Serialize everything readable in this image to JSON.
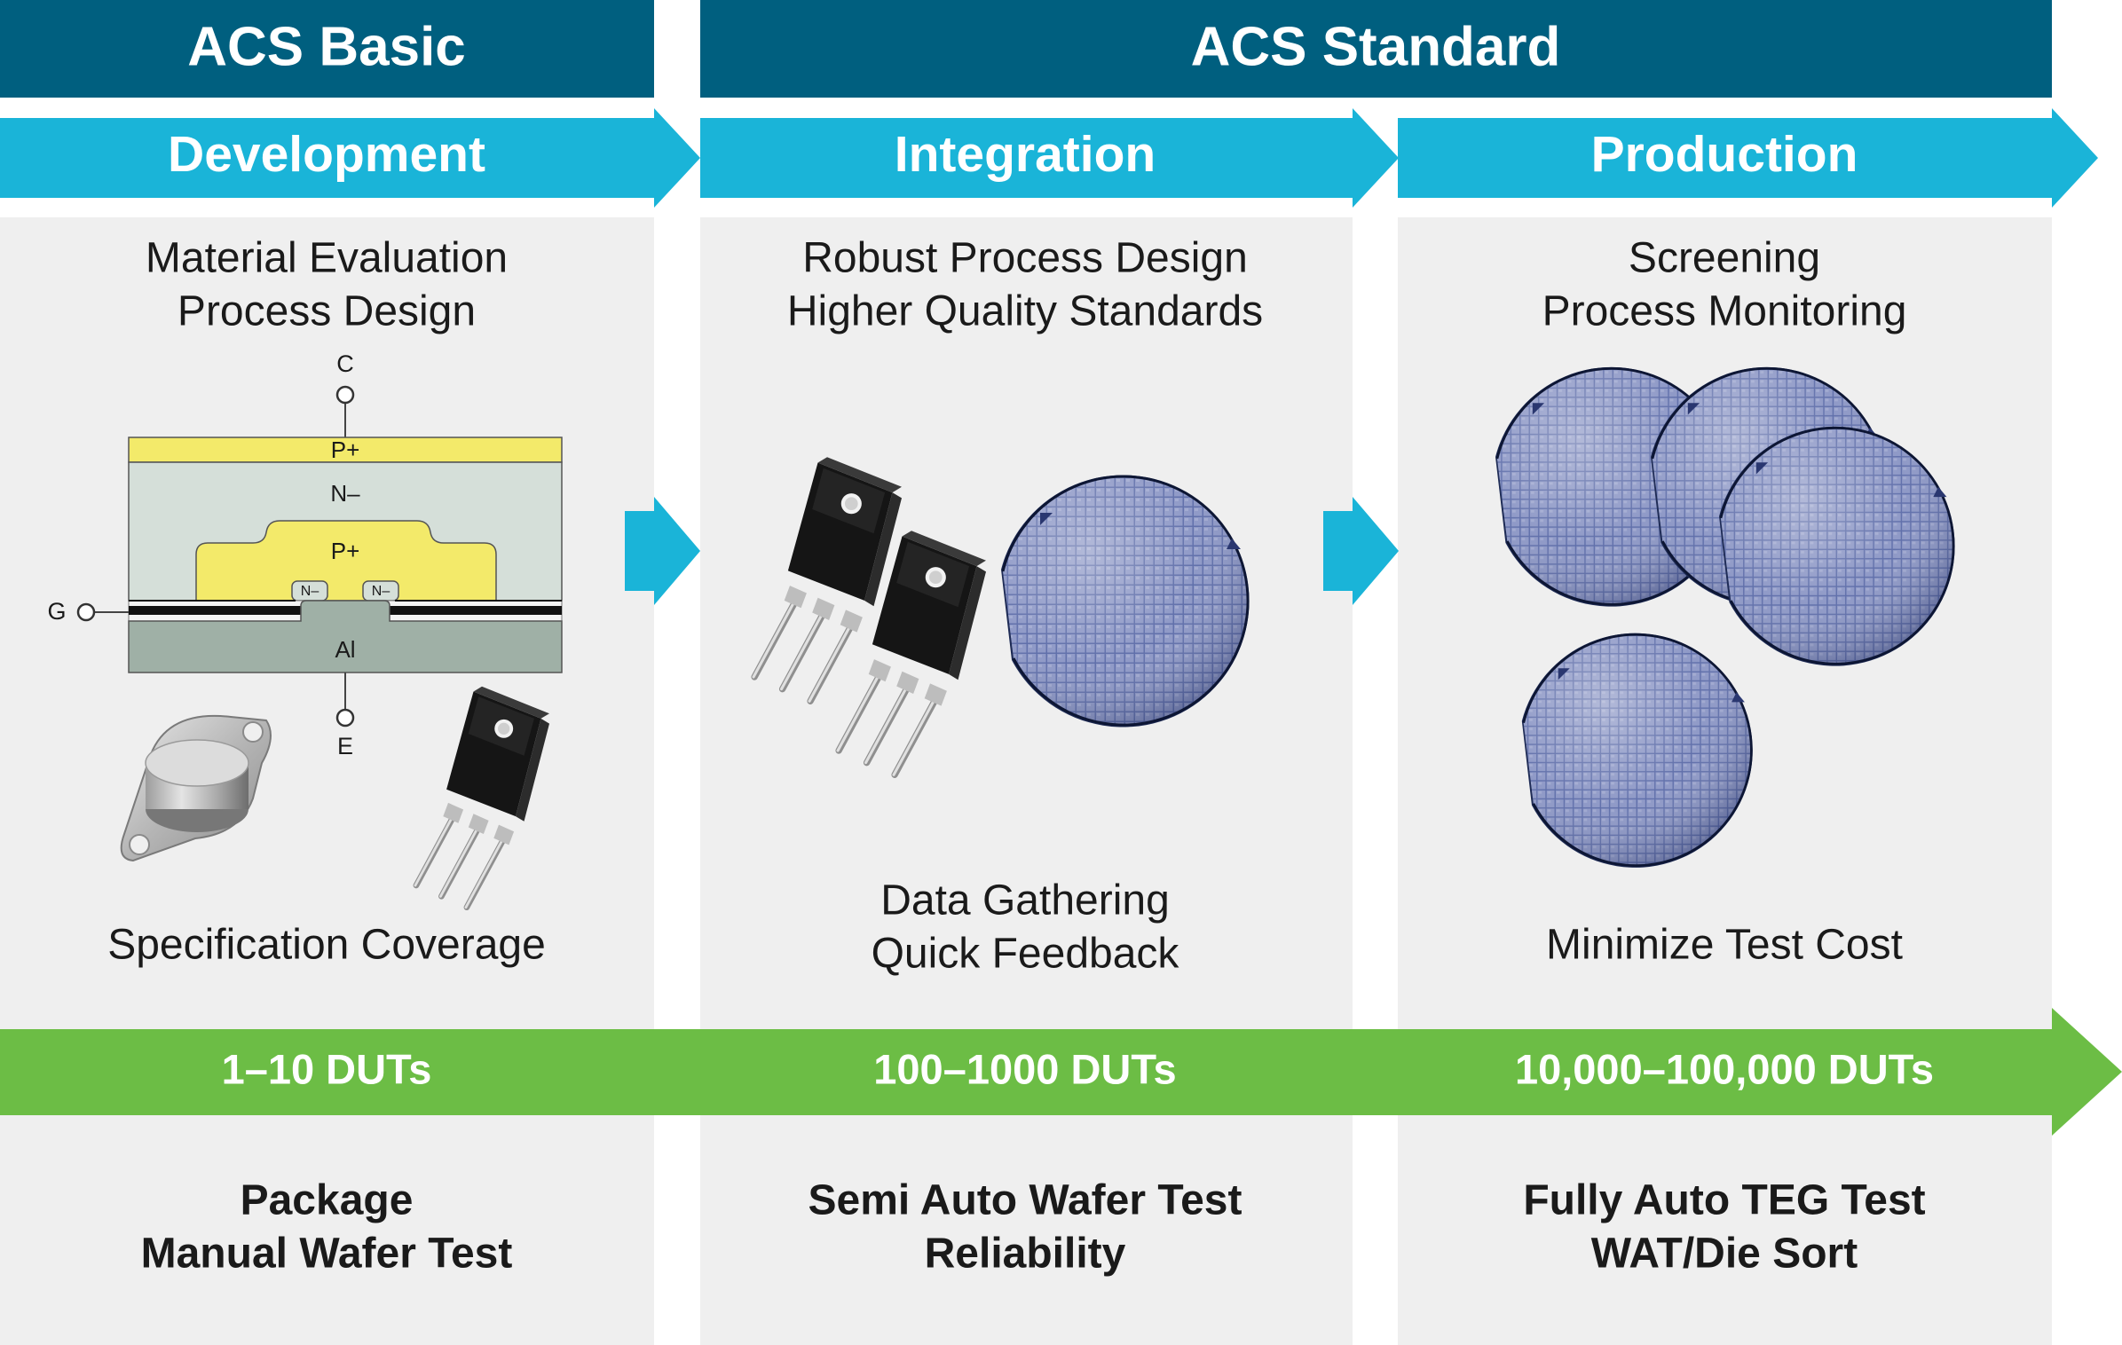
{
  "colors": {
    "top_header": "#005f7f",
    "stage_arrow": "#1ab4d8",
    "panel_bg": "#efefef",
    "dut_bar": "#6cbd45",
    "white_text": "#ffffff",
    "body_text": "#1a1a1a"
  },
  "headers": [
    {
      "label": "ACS Basic"
    },
    {
      "label": "ACS Standard"
    }
  ],
  "stages": [
    {
      "label": "Development",
      "top_lines": [
        "Material Evaluation",
        "Process Design"
      ],
      "mid_lines": [
        "Specification Coverage"
      ],
      "dut": "1–10 DUTs",
      "bottom_lines": [
        "Package",
        "Manual Wafer Test"
      ]
    },
    {
      "label": "Integration",
      "top_lines": [
        "Robust Process Design",
        "Higher Quality Standards"
      ],
      "mid_lines": [
        "Data Gathering",
        "Quick Feedback"
      ],
      "dut": "100–1000 DUTs",
      "bottom_lines": [
        "Semi Auto Wafer Test",
        "Reliability"
      ]
    },
    {
      "label": "Production",
      "top_lines": [
        "Screening",
        "Process Monitoring"
      ],
      "mid_lines": [
        "Minimize Test Cost"
      ],
      "dut": "10,000–100,000 DUTs",
      "bottom_lines": [
        "Fully Auto TEG Test",
        "WAT/Die Sort"
      ]
    }
  ],
  "igbt_diagram": {
    "terminal_c": "C",
    "terminal_g": "G",
    "terminal_e": "E",
    "layer_p_top": "P+",
    "layer_n": "N–",
    "layer_p_well": "P+",
    "n_plus_left": "N–",
    "n_plus_right": "N–",
    "layer_al": "Al"
  },
  "icons": {
    "to247": "to247-package-icon",
    "to3": "to3-package-icon",
    "wafer": "silicon-wafer-icon",
    "flow_arrow": "flow-arrow-icon"
  }
}
